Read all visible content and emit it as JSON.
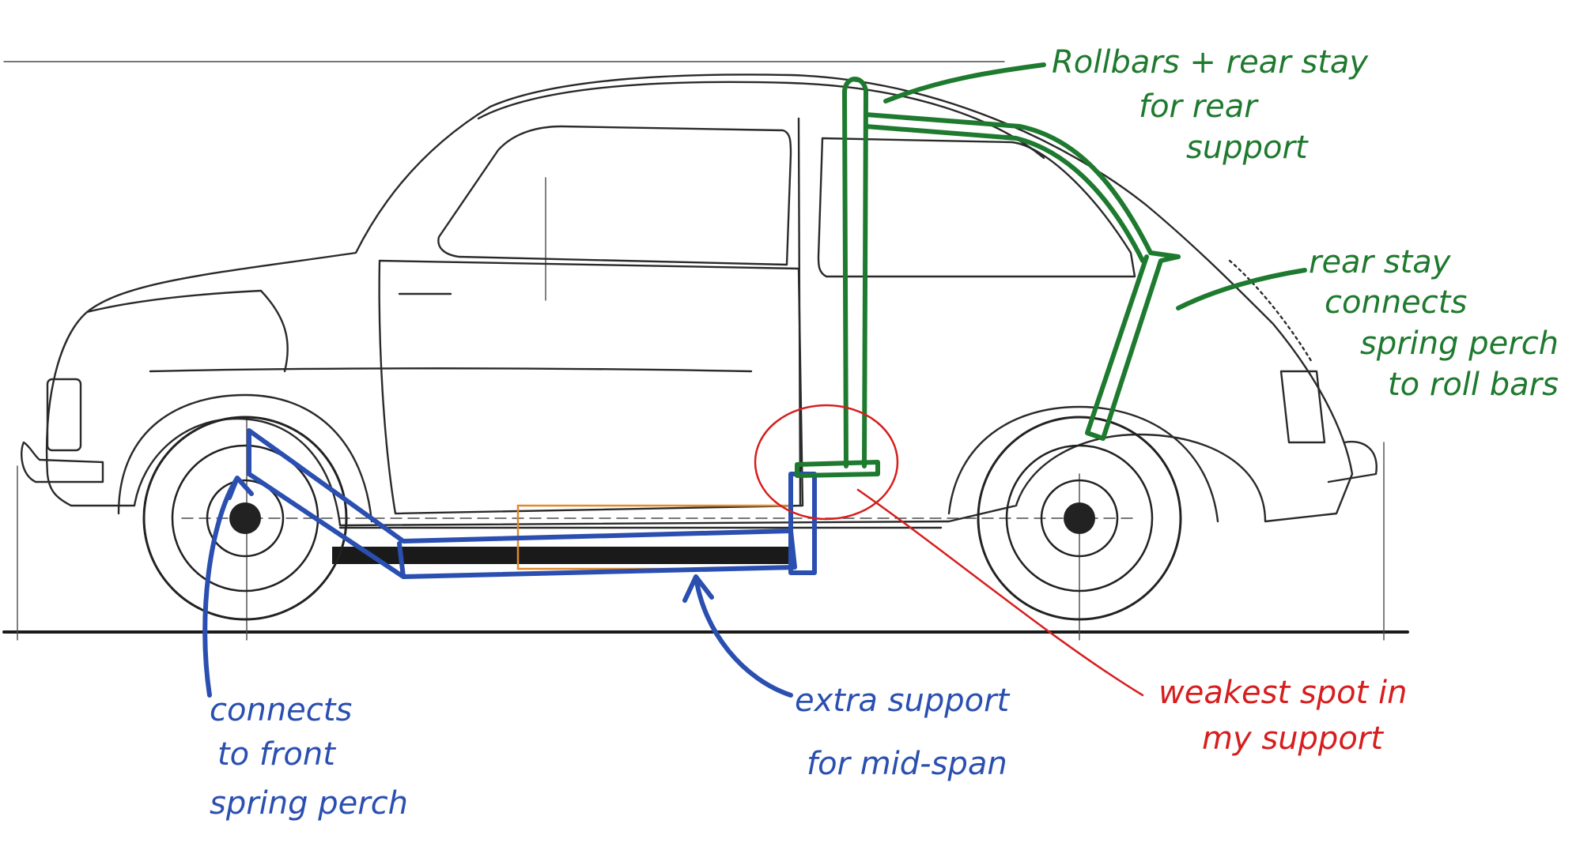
{
  "annotations": {
    "roll_bars": {
      "lines": [
        "Rollbars + rear stay",
        "for rear",
        "support"
      ],
      "color": "#1e7a2e"
    },
    "rear_stay": {
      "lines": [
        "rear stay",
        "connects",
        "spring perch",
        "to roll bars"
      ],
      "color": "#1e7a2e"
    },
    "front_perch": {
      "lines": [
        "connects",
        "to front",
        "spring perch"
      ],
      "color": "#2a4fb0"
    },
    "mid_span": {
      "lines": [
        "extra support",
        "for mid-span"
      ],
      "color": "#2a4fb0"
    },
    "weakest": {
      "lines": [
        "weakest spot in",
        "my support"
      ],
      "color": "#d61e1e"
    }
  },
  "colors": {
    "sketch": "#2a2a2a",
    "green_marker": "#1e7a2e",
    "blue_marker": "#2a4fb0",
    "red_marker": "#d61e1e",
    "orange_outline": "#e08a2c"
  }
}
